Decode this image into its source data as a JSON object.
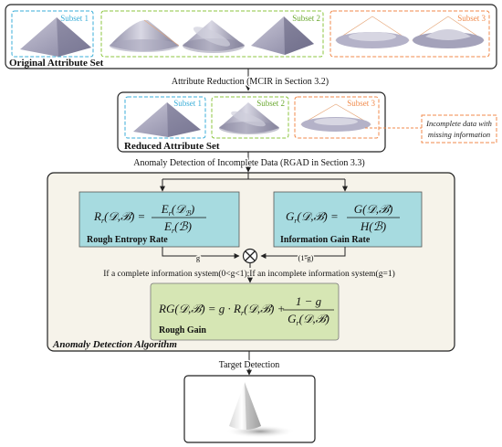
{
  "stages": {
    "original": {
      "label": "Original Attribute Set",
      "subsets": [
        "Subset 1",
        "Subset 2",
        "Subset 3"
      ]
    },
    "reduction_step": "Attribute Reduction (MCIR in Section 3.2)",
    "reduced": {
      "label": "Reduced Attribute Set",
      "subsets": [
        "Subset 1",
        "Subset 2",
        "Subset 3"
      ]
    },
    "incomplete_note": [
      "Incomplete data with",
      "missing information"
    ],
    "detection_step": "Anomaly Detection of Incomplete Data (RGAD in Section 3.3)",
    "algorithm": {
      "label": "Anomaly Detection Algorithm",
      "entropy": {
        "lhs": "R",
        "lhs_sub": "r",
        "args": "(𝒟,ℬ) =",
        "num": "E",
        "num_sub": "r",
        "num_args": "(𝒟",
        "num_args_sub": "ℬ",
        "num_close": ")",
        "den": "E",
        "den_sub": "r",
        "den_args": "(ℬ)",
        "name": "Rough Entropy Rate"
      },
      "gain": {
        "lhs": "G",
        "lhs_sub": "r",
        "args": "(𝒟,ℬ) =",
        "num": "G(𝒟,ℬ)",
        "den": "H(ℬ)",
        "name": "Information Gain Rate"
      },
      "weight_left": "g",
      "weight_right": "(1-g)",
      "condition": "If a complete information system(0<g<1);If an incomplete information system(g=1)",
      "rough_gain": {
        "lhs": "RG(𝒟,ℬ) = g · R",
        "lhs_sub": "r",
        "mid": "(𝒟,ℬ) +",
        "num": "1 − g",
        "den": "G",
        "den_sub": "r",
        "den_args": "(𝒟,ℬ)",
        "name": "Rough Gain"
      }
    },
    "target_step": "Target Detection"
  },
  "colors": {
    "subset1": "#3aaed8",
    "subset2": "#8cc63f",
    "subset3": "#f08a4b",
    "formula_box": "#a7dbe0",
    "gain_box": "#d6e6b4",
    "algo_bg": "#f6f3ea",
    "cone": "#b7b5c6"
  }
}
